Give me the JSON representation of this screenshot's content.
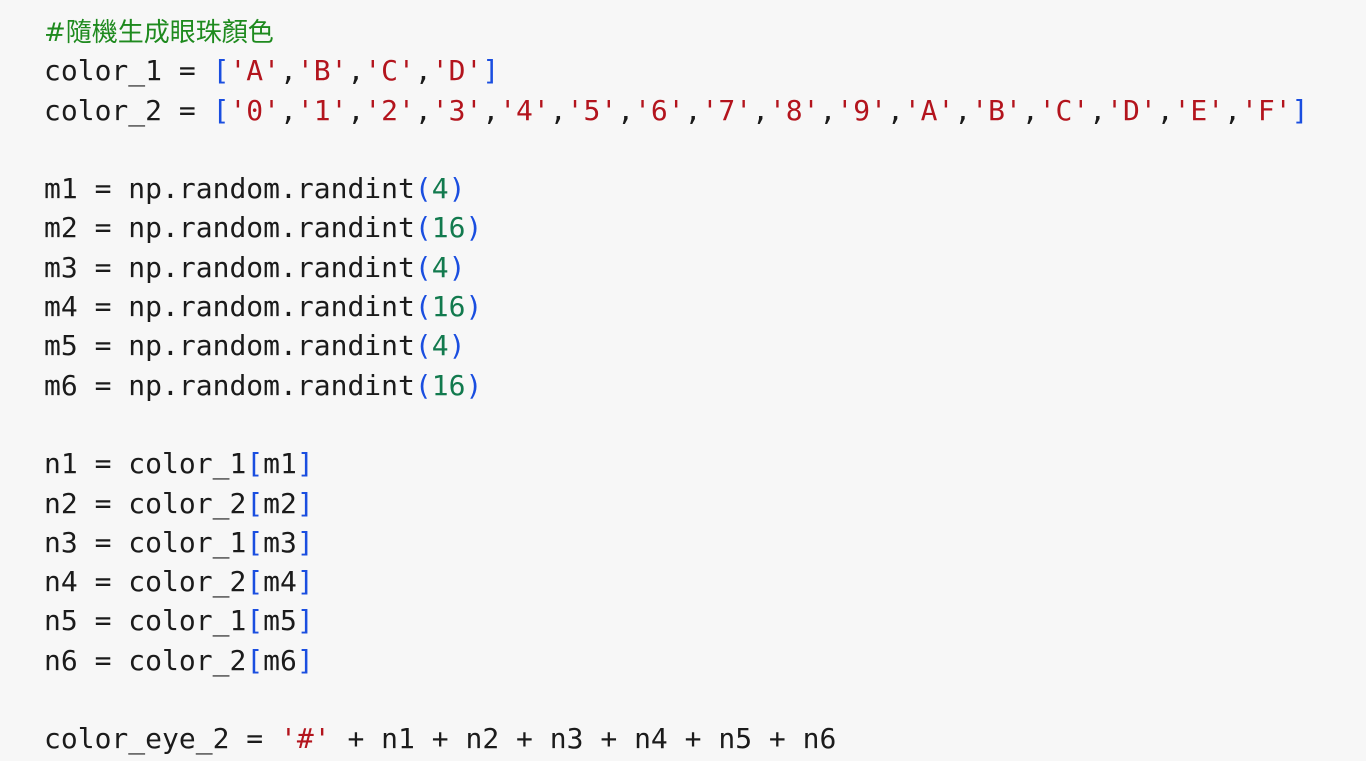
{
  "colors": {
    "background": "#f7f7f7",
    "default": "#1b1b1b",
    "comment": "#1e8a1e",
    "string": "#b3141d",
    "number": "#127a4e",
    "bracket": "#1a4ee0"
  },
  "lines": [
    [
      {
        "t": "comment",
        "v": "#隨機生成眼珠顏色"
      }
    ],
    [
      {
        "t": "ident",
        "v": "color_1"
      },
      {
        "t": "op",
        "v": " = "
      },
      {
        "t": "br",
        "v": "["
      },
      {
        "t": "str",
        "v": "'A'"
      },
      {
        "t": "punct",
        "v": ","
      },
      {
        "t": "str",
        "v": "'B'"
      },
      {
        "t": "punct",
        "v": ","
      },
      {
        "t": "str",
        "v": "'C'"
      },
      {
        "t": "punct",
        "v": ","
      },
      {
        "t": "str",
        "v": "'D'"
      },
      {
        "t": "br",
        "v": "]"
      }
    ],
    [
      {
        "t": "ident",
        "v": "color_2"
      },
      {
        "t": "op",
        "v": " = "
      },
      {
        "t": "br",
        "v": "["
      },
      {
        "t": "str",
        "v": "'0'"
      },
      {
        "t": "punct",
        "v": ","
      },
      {
        "t": "str",
        "v": "'1'"
      },
      {
        "t": "punct",
        "v": ","
      },
      {
        "t": "str",
        "v": "'2'"
      },
      {
        "t": "punct",
        "v": ","
      },
      {
        "t": "str",
        "v": "'3'"
      },
      {
        "t": "punct",
        "v": ","
      },
      {
        "t": "str",
        "v": "'4'"
      },
      {
        "t": "punct",
        "v": ","
      },
      {
        "t": "str",
        "v": "'5'"
      },
      {
        "t": "punct",
        "v": ","
      },
      {
        "t": "str",
        "v": "'6'"
      },
      {
        "t": "punct",
        "v": ","
      },
      {
        "t": "str",
        "v": "'7'"
      },
      {
        "t": "punct",
        "v": ","
      },
      {
        "t": "str",
        "v": "'8'"
      },
      {
        "t": "punct",
        "v": ","
      },
      {
        "t": "str",
        "v": "'9'"
      },
      {
        "t": "punct",
        "v": ","
      },
      {
        "t": "str",
        "v": "'A'"
      },
      {
        "t": "punct",
        "v": ","
      },
      {
        "t": "str",
        "v": "'B'"
      },
      {
        "t": "punct",
        "v": ","
      },
      {
        "t": "str",
        "v": "'C'"
      },
      {
        "t": "punct",
        "v": ","
      },
      {
        "t": "str",
        "v": "'D'"
      },
      {
        "t": "punct",
        "v": ","
      },
      {
        "t": "str",
        "v": "'E'"
      },
      {
        "t": "punct",
        "v": ","
      },
      {
        "t": "str",
        "v": "'F'"
      },
      {
        "t": "br",
        "v": "]"
      }
    ],
    [],
    [
      {
        "t": "ident",
        "v": "m1"
      },
      {
        "t": "op",
        "v": " = "
      },
      {
        "t": "ident",
        "v": "np.random.randint"
      },
      {
        "t": "br",
        "v": "("
      },
      {
        "t": "num",
        "v": "4"
      },
      {
        "t": "br",
        "v": ")"
      }
    ],
    [
      {
        "t": "ident",
        "v": "m2"
      },
      {
        "t": "op",
        "v": " = "
      },
      {
        "t": "ident",
        "v": "np.random.randint"
      },
      {
        "t": "br",
        "v": "("
      },
      {
        "t": "num",
        "v": "16"
      },
      {
        "t": "br",
        "v": ")"
      }
    ],
    [
      {
        "t": "ident",
        "v": "m3"
      },
      {
        "t": "op",
        "v": " = "
      },
      {
        "t": "ident",
        "v": "np.random.randint"
      },
      {
        "t": "br",
        "v": "("
      },
      {
        "t": "num",
        "v": "4"
      },
      {
        "t": "br",
        "v": ")"
      }
    ],
    [
      {
        "t": "ident",
        "v": "m4"
      },
      {
        "t": "op",
        "v": " = "
      },
      {
        "t": "ident",
        "v": "np.random.randint"
      },
      {
        "t": "br",
        "v": "("
      },
      {
        "t": "num",
        "v": "16"
      },
      {
        "t": "br",
        "v": ")"
      }
    ],
    [
      {
        "t": "ident",
        "v": "m5"
      },
      {
        "t": "op",
        "v": " = "
      },
      {
        "t": "ident",
        "v": "np.random.randint"
      },
      {
        "t": "br",
        "v": "("
      },
      {
        "t": "num",
        "v": "4"
      },
      {
        "t": "br",
        "v": ")"
      }
    ],
    [
      {
        "t": "ident",
        "v": "m6"
      },
      {
        "t": "op",
        "v": " = "
      },
      {
        "t": "ident",
        "v": "np.random.randint"
      },
      {
        "t": "br",
        "v": "("
      },
      {
        "t": "num",
        "v": "16"
      },
      {
        "t": "br",
        "v": ")"
      }
    ],
    [],
    [
      {
        "t": "ident",
        "v": "n1"
      },
      {
        "t": "op",
        "v": " = "
      },
      {
        "t": "ident",
        "v": "color_1"
      },
      {
        "t": "br",
        "v": "["
      },
      {
        "t": "ident",
        "v": "m1"
      },
      {
        "t": "br",
        "v": "]"
      }
    ],
    [
      {
        "t": "ident",
        "v": "n2"
      },
      {
        "t": "op",
        "v": " = "
      },
      {
        "t": "ident",
        "v": "color_2"
      },
      {
        "t": "br",
        "v": "["
      },
      {
        "t": "ident",
        "v": "m2"
      },
      {
        "t": "br",
        "v": "]"
      }
    ],
    [
      {
        "t": "ident",
        "v": "n3"
      },
      {
        "t": "op",
        "v": " = "
      },
      {
        "t": "ident",
        "v": "color_1"
      },
      {
        "t": "br",
        "v": "["
      },
      {
        "t": "ident",
        "v": "m3"
      },
      {
        "t": "br",
        "v": "]"
      }
    ],
    [
      {
        "t": "ident",
        "v": "n4"
      },
      {
        "t": "op",
        "v": " = "
      },
      {
        "t": "ident",
        "v": "color_2"
      },
      {
        "t": "br",
        "v": "["
      },
      {
        "t": "ident",
        "v": "m4"
      },
      {
        "t": "br",
        "v": "]"
      }
    ],
    [
      {
        "t": "ident",
        "v": "n5"
      },
      {
        "t": "op",
        "v": " = "
      },
      {
        "t": "ident",
        "v": "color_1"
      },
      {
        "t": "br",
        "v": "["
      },
      {
        "t": "ident",
        "v": "m5"
      },
      {
        "t": "br",
        "v": "]"
      }
    ],
    [
      {
        "t": "ident",
        "v": "n6"
      },
      {
        "t": "op",
        "v": " = "
      },
      {
        "t": "ident",
        "v": "color_2"
      },
      {
        "t": "br",
        "v": "["
      },
      {
        "t": "ident",
        "v": "m6"
      },
      {
        "t": "br",
        "v": "]"
      }
    ],
    [],
    [
      {
        "t": "ident",
        "v": "color_eye_2"
      },
      {
        "t": "op",
        "v": " = "
      },
      {
        "t": "str",
        "v": "'#'"
      },
      {
        "t": "op",
        "v": " + "
      },
      {
        "t": "ident",
        "v": "n1"
      },
      {
        "t": "op",
        "v": " + "
      },
      {
        "t": "ident",
        "v": "n2"
      },
      {
        "t": "op",
        "v": " + "
      },
      {
        "t": "ident",
        "v": "n3"
      },
      {
        "t": "op",
        "v": " + "
      },
      {
        "t": "ident",
        "v": "n4"
      },
      {
        "t": "op",
        "v": " + "
      },
      {
        "t": "ident",
        "v": "n5"
      },
      {
        "t": "op",
        "v": " + "
      },
      {
        "t": "ident",
        "v": "n6"
      }
    ]
  ]
}
